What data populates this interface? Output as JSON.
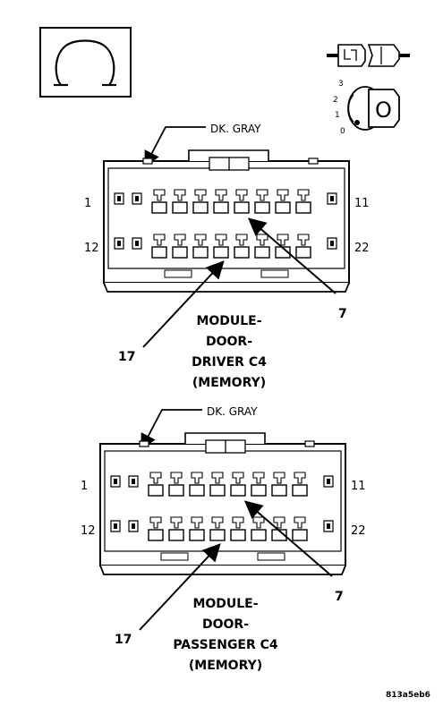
{
  "symbol_icons": {
    "omega": "omega-symbol-icon",
    "fuse": "fuse-icon",
    "ignition": "ignition-key-icon"
  },
  "ignition_positions": [
    "3",
    "2",
    "1",
    "0"
  ],
  "key_glyph": "O",
  "connectors": [
    {
      "wire_color": "DK. GRAY",
      "pins_top": {
        "left": "1",
        "right": "11"
      },
      "pins_bottom": {
        "left": "12",
        "right": "22"
      },
      "callout_7": "7",
      "callout_17": "17",
      "title_lines": [
        "MODULE-",
        "DOOR-",
        "DRIVER C4",
        "(MEMORY)"
      ]
    },
    {
      "wire_color": "DK. GRAY",
      "pins_top": {
        "left": "1",
        "right": "11"
      },
      "pins_bottom": {
        "left": "12",
        "right": "22"
      },
      "callout_7": "7",
      "callout_17": "17",
      "title_lines": [
        "MODULE-",
        "DOOR-",
        "PASSENGER C4",
        "(MEMORY)"
      ]
    }
  ],
  "figure_id": "813a5eb6"
}
